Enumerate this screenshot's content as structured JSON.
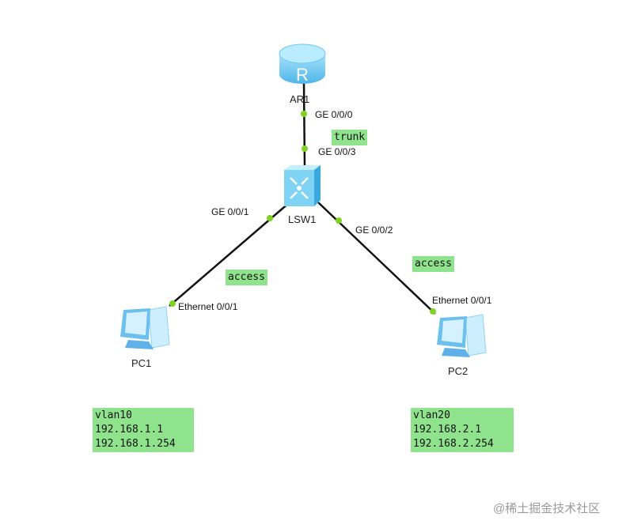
{
  "devices": {
    "router": {
      "name": "AR1",
      "icon": "router-icon"
    },
    "switch": {
      "name": "LSW1",
      "icon": "switch-icon"
    },
    "pc1": {
      "name": "PC1",
      "icon": "pc-icon"
    },
    "pc2": {
      "name": "PC2",
      "icon": "pc-icon"
    }
  },
  "ports": {
    "ar1_ge000": "GE 0/0/0",
    "lsw1_ge003": "GE 0/0/3",
    "lsw1_ge001": "GE 0/0/1",
    "lsw1_ge002": "GE 0/0/2",
    "pc1_eth": "Ethernet 0/0/1",
    "pc2_eth": "Ethernet 0/0/1"
  },
  "notes": {
    "trunk": "trunk",
    "access_left": "access",
    "access_right": "access",
    "pc1_info": [
      "vlan10",
      "192.168.1.1",
      "192.168.1.254"
    ],
    "pc2_info": [
      "vlan20",
      "192.168.2.1",
      "192.168.2.254"
    ]
  },
  "colors": {
    "note_bg": "#8fe38c",
    "port_dot": "#7ed321",
    "link": "#111111",
    "device": "#6cc8f2"
  },
  "watermark": "@稀土掘金技术社区"
}
